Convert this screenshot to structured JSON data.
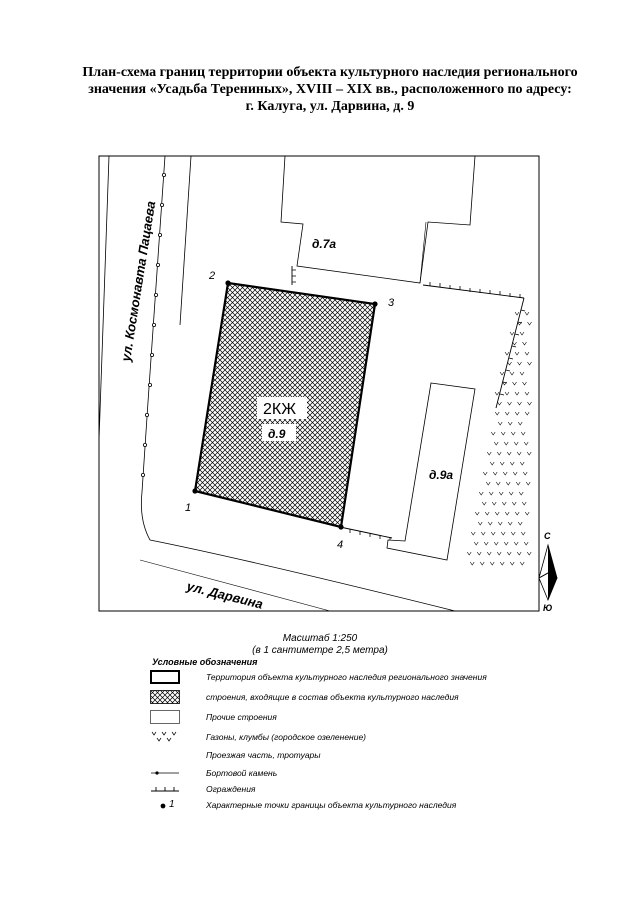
{
  "title": {
    "line1": "План-схема границ территории объекта культурного наследия регионального",
    "line2": "значения «Усадьба Терениных», XVIII – XIX вв., расположенного по адресу:",
    "line3": "г. Калуга, ул. Дарвина, д. 9"
  },
  "map": {
    "street_kosmonavta": "ул. Космонавта Пацаева",
    "street_darvina": "ул. Дарвина",
    "building_7a": "д.7а",
    "building_9a": "д.9а",
    "main_code": "2КЖ",
    "main_label": "д.9",
    "points": [
      {
        "label": "1"
      },
      {
        "label": "2"
      },
      {
        "label": "3"
      },
      {
        "label": "4"
      }
    ],
    "compass_north": "С",
    "compass_south": "Ю"
  },
  "scale": {
    "line1": "Масштаб 1:250",
    "line2": "(в 1 сантиметре 2,5 метра)"
  },
  "legend": {
    "heading": "Условные обозначения",
    "items": [
      {
        "symbol": "boundary",
        "text": "Территория объекта культурного наследия регионального значения"
      },
      {
        "symbol": "hatch",
        "text": "строения, входящие в состав объекта культурного наследия"
      },
      {
        "symbol": "other",
        "text": "Прочие строения"
      },
      {
        "symbol": "lawn",
        "text": "Газоны, клумбы (городское озеленение)"
      },
      {
        "symbol": "road",
        "text": "Проезжая часть, тротуары"
      },
      {
        "symbol": "curb",
        "text": "Бортовой камень"
      },
      {
        "symbol": "fence",
        "text": "Ограждения"
      },
      {
        "symbol": "point",
        "label": "1",
        "text": "Характерные точки границы объекта культурного наследия"
      }
    ]
  },
  "colors": {
    "ink": "#000000",
    "background": "#ffffff"
  }
}
